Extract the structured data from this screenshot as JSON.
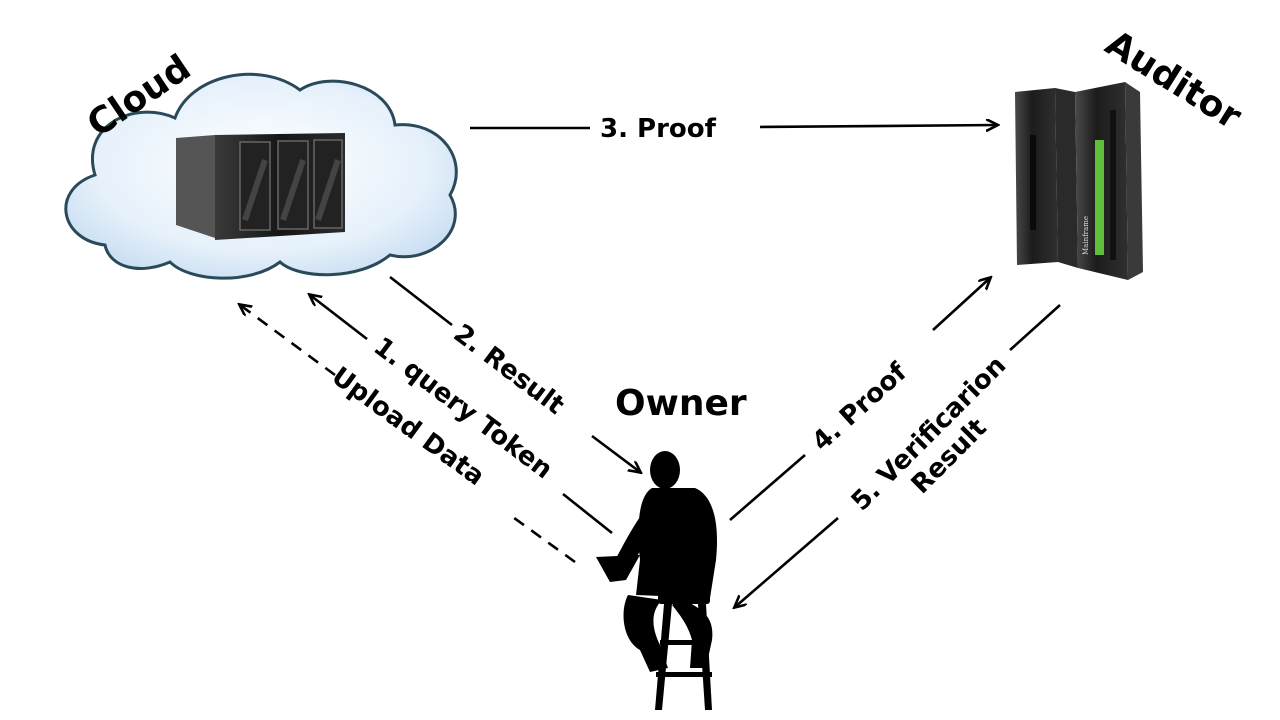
{
  "nodes": {
    "cloud": "Cloud",
    "auditor": "Auditor",
    "owner": "Owner"
  },
  "edges": {
    "upload": "Upload Data",
    "query": "1. query Token",
    "result": "2. Result",
    "proof_cloud_auditor": "3. Proof",
    "proof_owner_auditor": "4. Proof",
    "verif_line1": "5. Verificarion",
    "verif_line2": "Result"
  },
  "mainframe_text": "Mainframe",
  "colors": {
    "cloud_fill": "#ddeeff",
    "cloud_outline": "#2a4a5a",
    "server": "#1e1e1e",
    "mainframe_accent": "#5fbf3a"
  }
}
